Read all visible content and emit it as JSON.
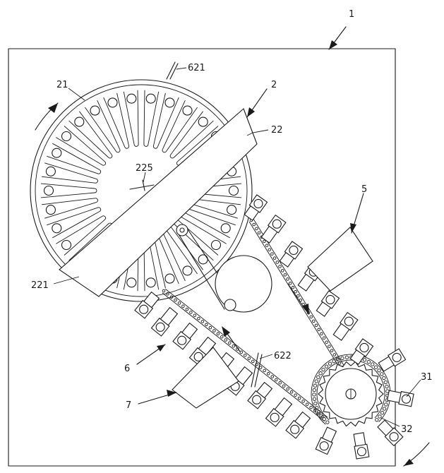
{
  "labels": {
    "frame": "1",
    "turntable_assembly": "2",
    "turntable": "21",
    "bar": "22",
    "bar_end": "221",
    "center_mark": "225",
    "chain_unit": "5",
    "lower_chain": "6",
    "pointer_top": "621",
    "pointer_lower": "622",
    "lower_unit": "7",
    "sprocket": "31",
    "sprocket_hub": "32"
  }
}
